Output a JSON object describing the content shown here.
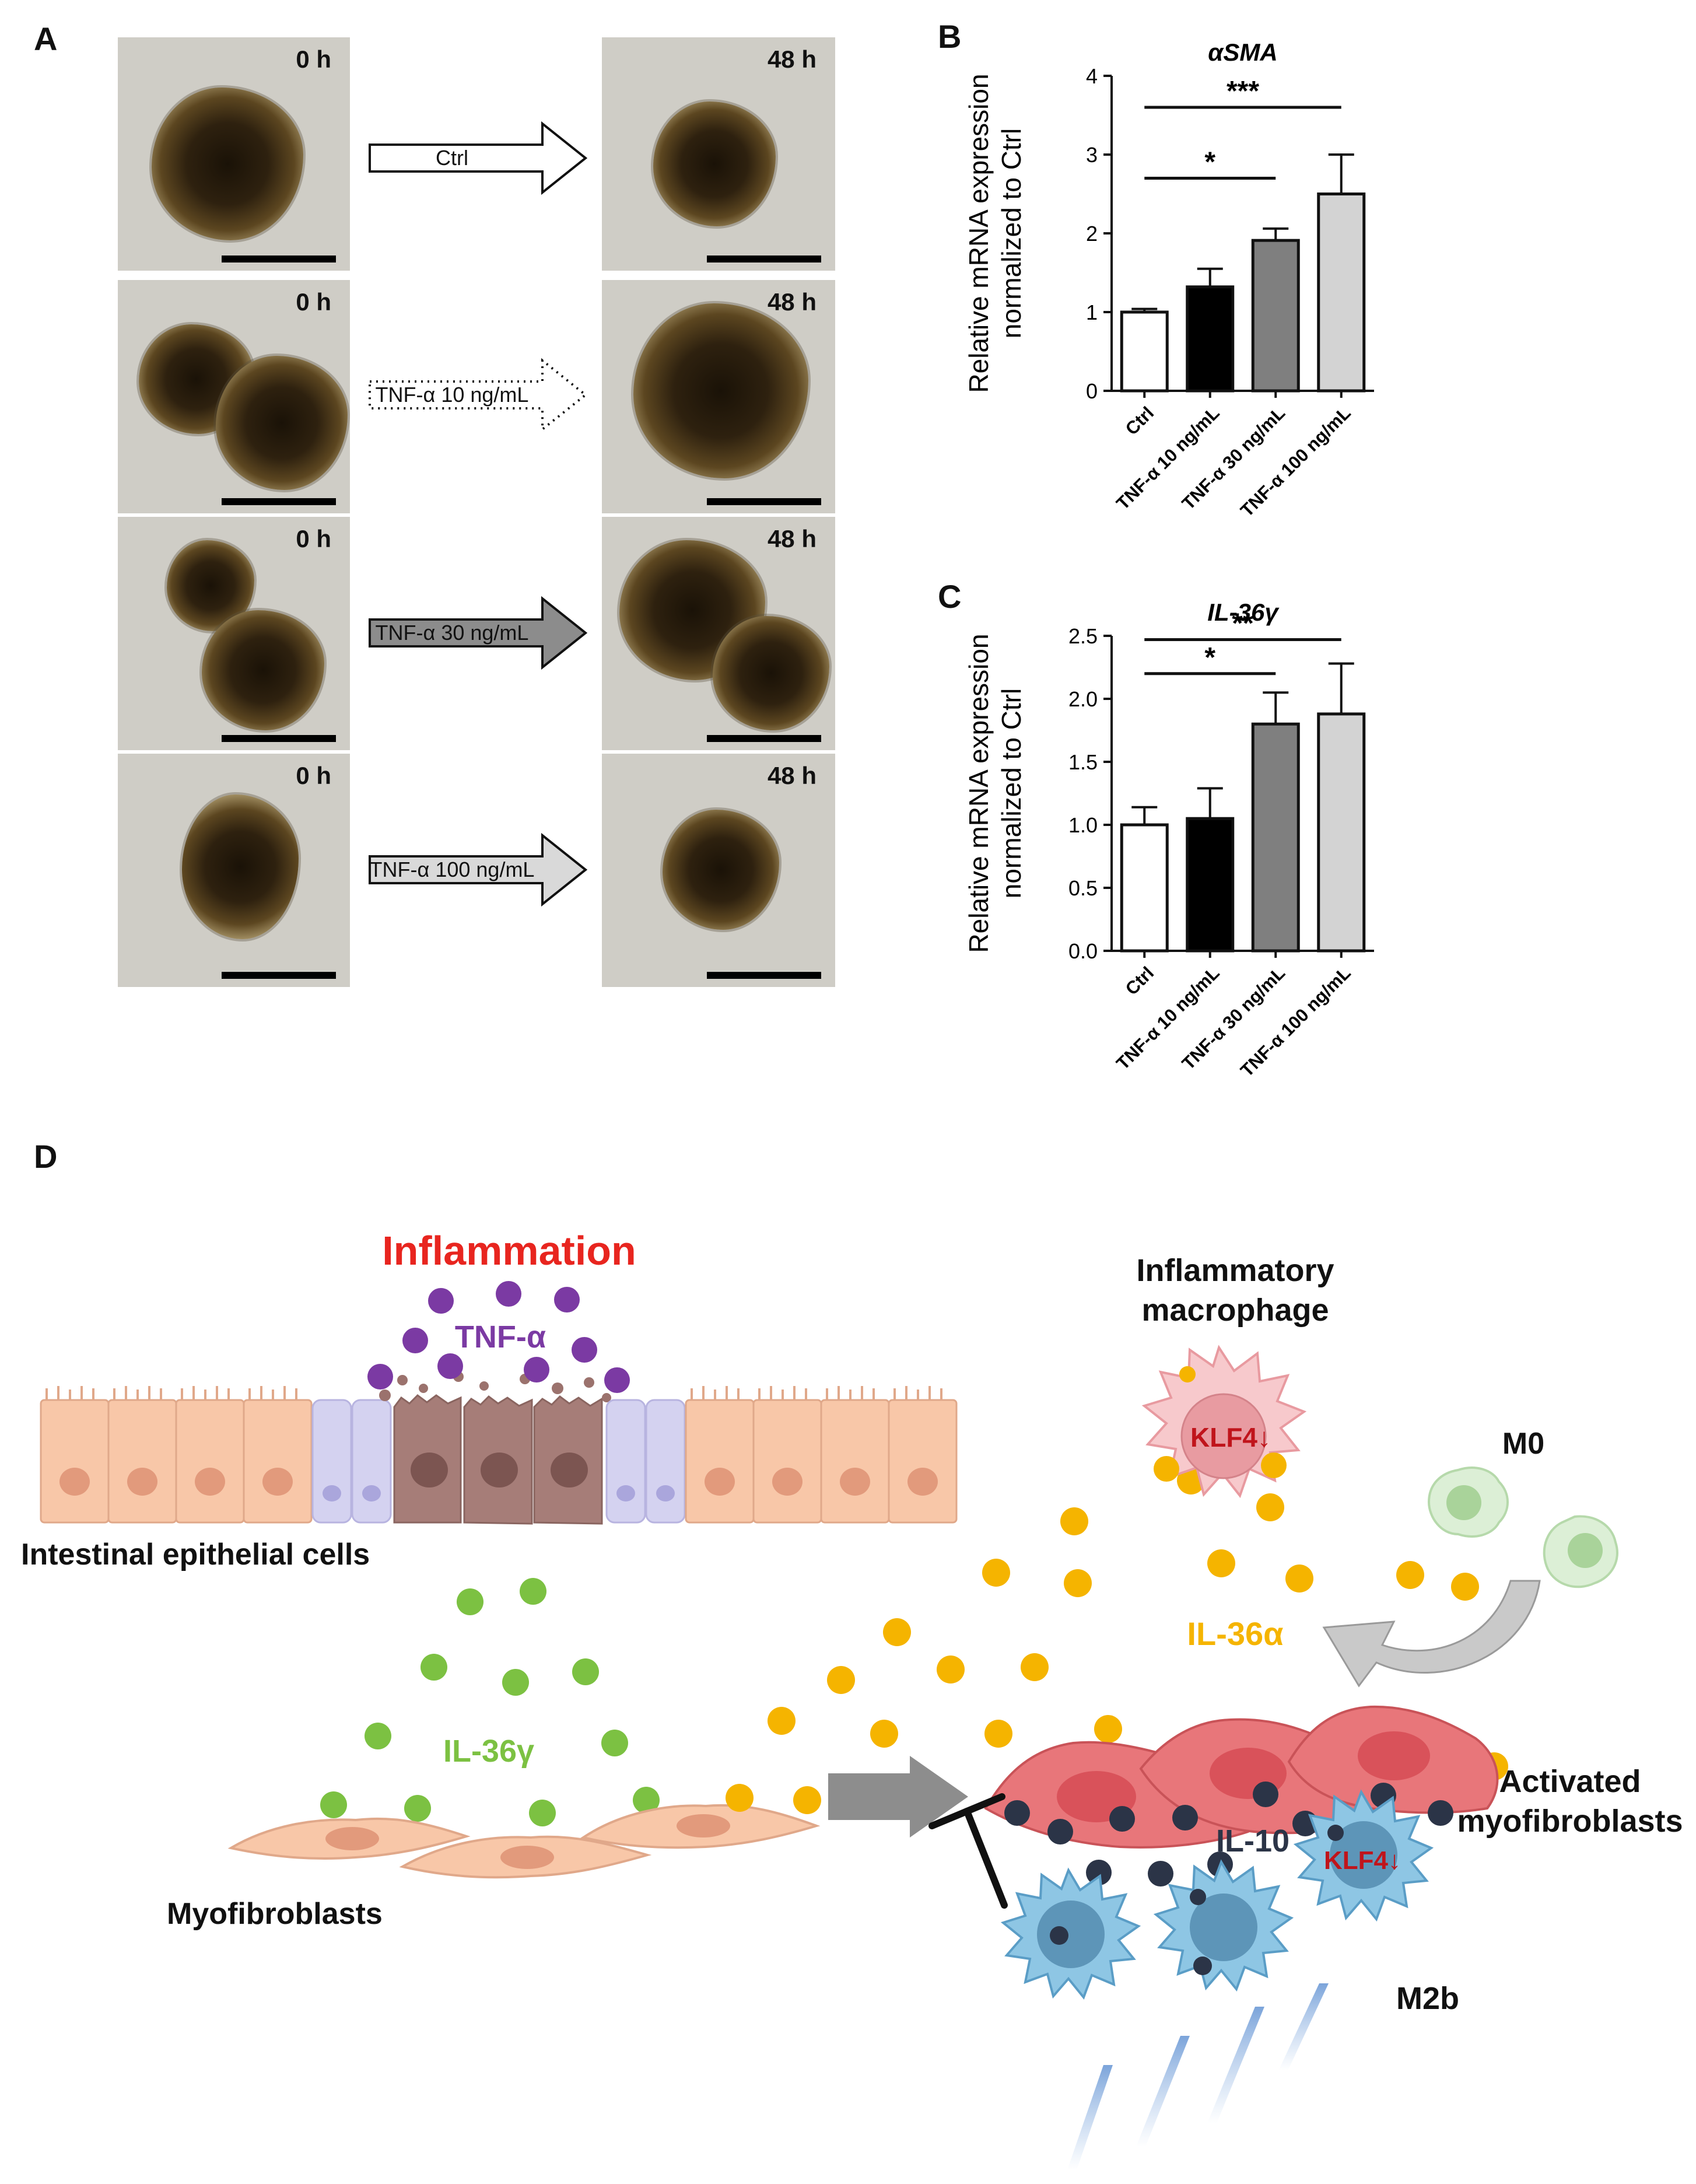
{
  "panels": {
    "a": "A",
    "b": "B",
    "c": "C",
    "d": "D"
  },
  "panel_a": {
    "time_start": "0 h",
    "time_end": "48 h",
    "rows": [
      {
        "treatment": "Ctrl",
        "arrow_fill": "#ffffff",
        "arrow_style": "solid"
      },
      {
        "treatment": "TNF-α 10 ng/mL",
        "arrow_fill": "#ffffff",
        "arrow_style": "dotted"
      },
      {
        "treatment": "TNF-α 30 ng/mL",
        "arrow_fill": "#8c8c8c",
        "arrow_style": "solid"
      },
      {
        "treatment": "TNF-α 100 ng/mL",
        "arrow_fill": "#d9d9d9",
        "arrow_style": "solid"
      }
    ]
  },
  "chart_data": [
    {
      "type": "bar",
      "title": "αSMA",
      "ylabel_line1": "Relative mRNA expression",
      "ylabel_line2": "normalized to Ctrl",
      "categories": [
        "Ctrl",
        "TNF-α 10 ng/mL",
        "TNF-α 30 ng/mL",
        "TNF-α 100 ng/mL"
      ],
      "values": [
        1.0,
        1.32,
        1.91,
        2.5
      ],
      "errors": [
        0.04,
        0.23,
        0.15,
        0.5
      ],
      "bar_colors": [
        "#ffffff",
        "#000000",
        "#7f7f7f",
        "#d3d3d3"
      ],
      "ylim": [
        0,
        4
      ],
      "yticks": [
        "0",
        "1",
        "2",
        "3",
        "4"
      ],
      "significance": [
        {
          "from": 0,
          "to": 2,
          "label": "*",
          "y": 2.7
        },
        {
          "from": 0,
          "to": 3,
          "label": "***",
          "y": 3.6
        }
      ]
    },
    {
      "type": "bar",
      "title": "IL-36γ",
      "ylabel_line1": "Relative mRNA expression",
      "ylabel_line2": "normalized to Ctrl",
      "categories": [
        "Ctrl",
        "TNF-α 10 ng/mL",
        "TNF-α 30 ng/mL",
        "TNF-α 100 ng/mL"
      ],
      "values": [
        1.0,
        1.05,
        1.8,
        1.88
      ],
      "errors": [
        0.14,
        0.24,
        0.25,
        0.4
      ],
      "bar_colors": [
        "#ffffff",
        "#000000",
        "#7f7f7f",
        "#d3d3d3"
      ],
      "ylim": [
        0,
        2.5
      ],
      "yticks": [
        "0.0",
        "0.5",
        "1.0",
        "1.5",
        "2.0",
        "2.5"
      ],
      "significance": [
        {
          "from": 0,
          "to": 2,
          "label": "*",
          "y": 2.2
        },
        {
          "from": 0,
          "to": 3,
          "label": "**",
          "y": 2.47
        }
      ]
    }
  ],
  "diagram": {
    "inflammation": "Inflammation",
    "tnf": "TNF-α",
    "epithelial": "Intestinal epithelial cells",
    "il36g": "IL-36γ",
    "myofibroblasts": "Myofibroblasts",
    "inflammatory_macrophage_1": "Inflammatory",
    "inflammatory_macrophage_2": "macrophage",
    "klf4": "KLF4↓",
    "m0": "M0",
    "il36a": "IL-36α",
    "activated_1": "Activated",
    "activated_2": "myofibroblasts",
    "il10": "IL-10",
    "m2b": "M2b",
    "colors": {
      "inflammation": "#e8251f",
      "tnf": "#7b3aa3",
      "il36g": "#7cc142",
      "il36a": "#f5b400",
      "il10": "#2b3447",
      "klf4": "#c0141b"
    }
  }
}
